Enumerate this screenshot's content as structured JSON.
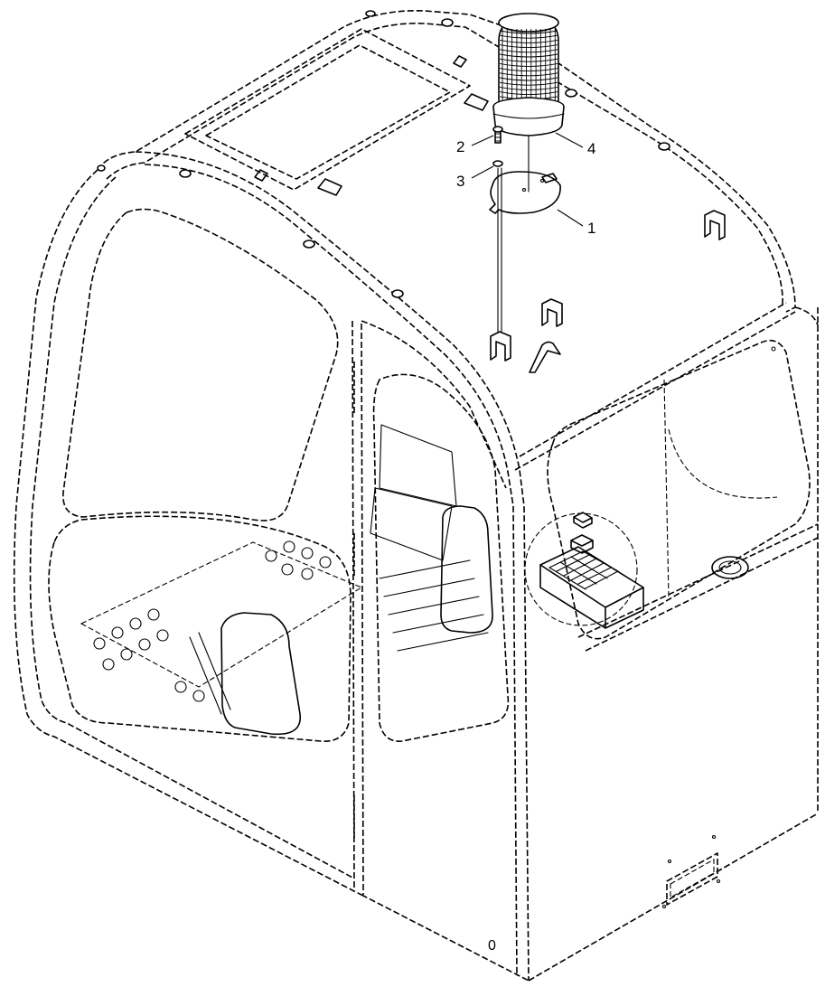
{
  "diagram": {
    "callouts": [
      {
        "id": "1",
        "label": "1"
      },
      {
        "id": "2",
        "label": "2"
      },
      {
        "id": "3",
        "label": "3"
      },
      {
        "id": "4",
        "label": "4"
      }
    ],
    "door_text": "0"
  }
}
